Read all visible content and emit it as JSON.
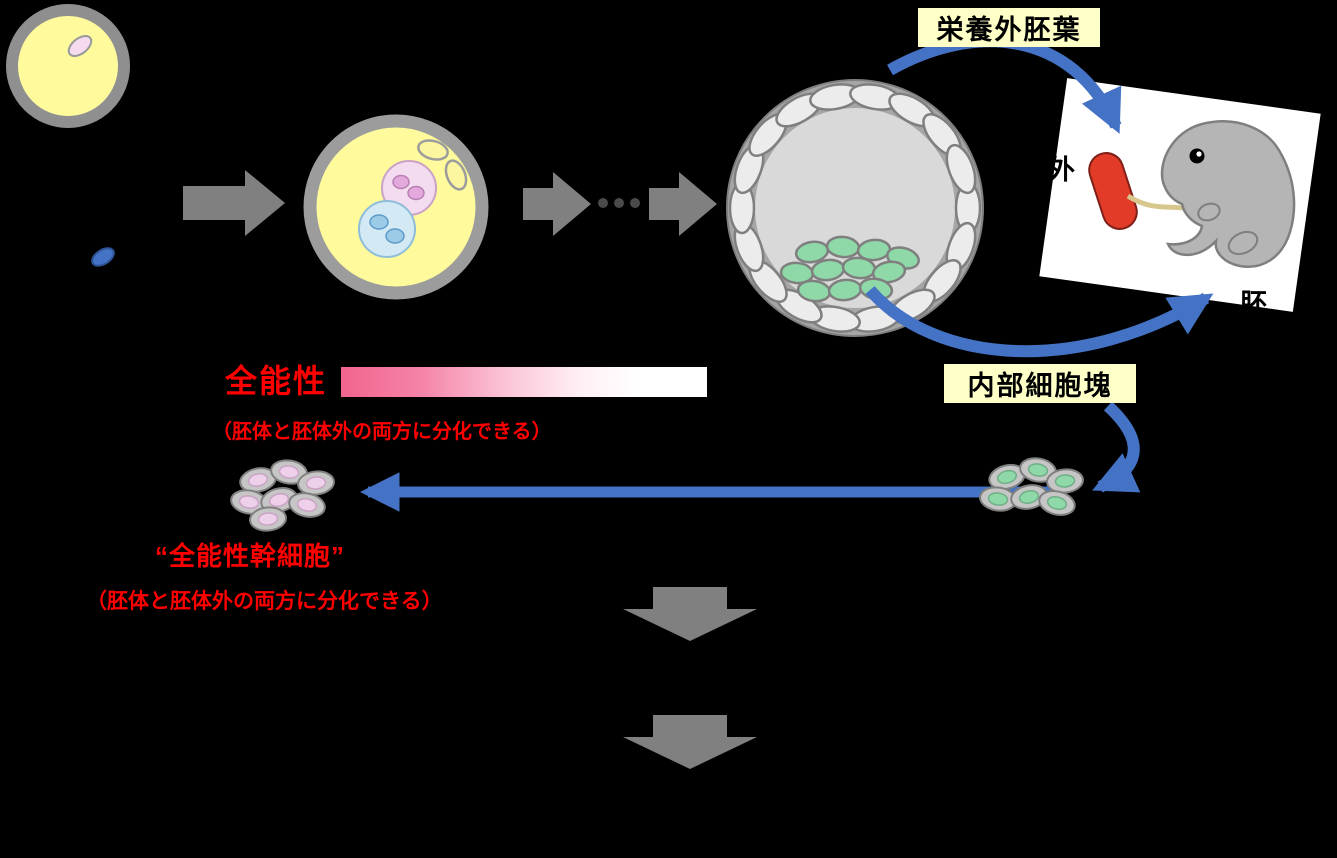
{
  "diagram": {
    "labels": {
      "trophectoderm": "栄養外胚葉",
      "inner_cell_mass": "内部細胞塊",
      "totipotency_title": "全能性",
      "totipotency_note": "（胚体と胚体外の両方に分化できる）",
      "stem_cell_title": "“全能性幹細胞”",
      "stem_cell_note": "（胚体と胚体外の両方に分化できる）",
      "extraembryonic_char": "外",
      "embryonic_char": "胚"
    },
    "colors": {
      "background": "#000000",
      "arrow_blue": "#4472C4",
      "arrow_gray": "#808080",
      "label_background": "#FFFFC8",
      "emphasis_red": "#FF0000",
      "egg_yellow": "#FFFB9C",
      "ring_gray": "#A6A6A6",
      "cavity_gray": "#D9D9D9",
      "icm_green": "#8FD9A8",
      "stem_cell_pink": "#EFD0EB",
      "placenta_red": "#E23B28",
      "gradient_bar_start": "#F2648E",
      "gradient_bar_end": "#FFFFFF"
    }
  }
}
